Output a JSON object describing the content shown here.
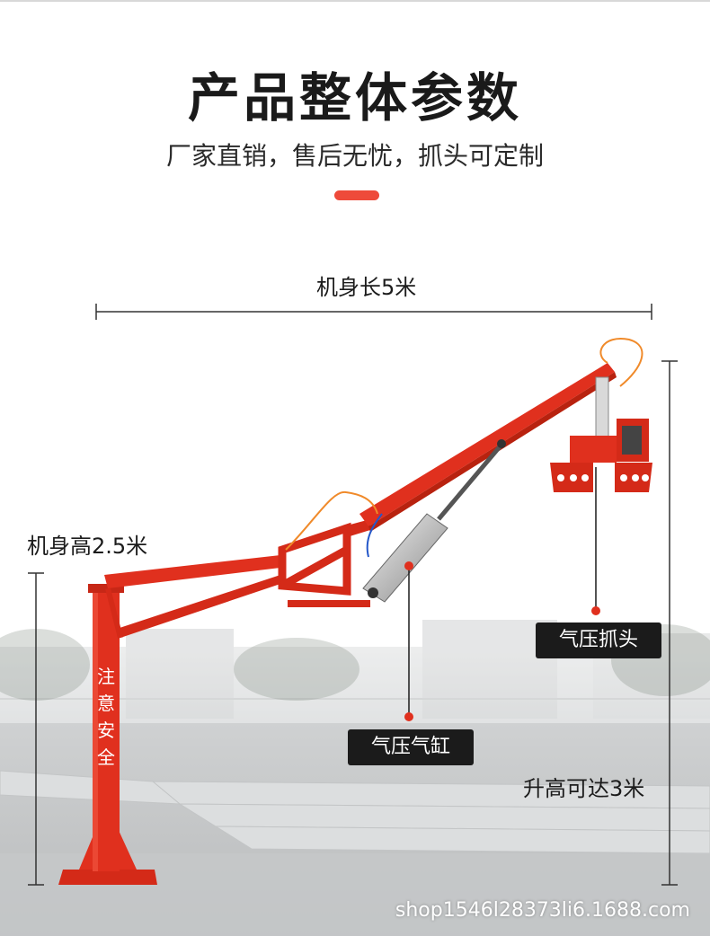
{
  "header": {
    "title": "产品整体参数",
    "subtitle": "厂家直销，售后无忧，抓头可定制"
  },
  "dimensions": {
    "length_label": "机身长5米",
    "height_label": "机身高2.5米",
    "lift_label": "升高可达3米"
  },
  "callouts": {
    "gripper_label": "气压抓头",
    "cylinder_label": "气压气缸"
  },
  "pillar_text": "注意安全",
  "watermark": "shop1546l28373li6.1688.com",
  "colors": {
    "accent": "#ee4a3a",
    "machine_red": "#e0301e",
    "tag_bg": "#1b1b1b"
  }
}
